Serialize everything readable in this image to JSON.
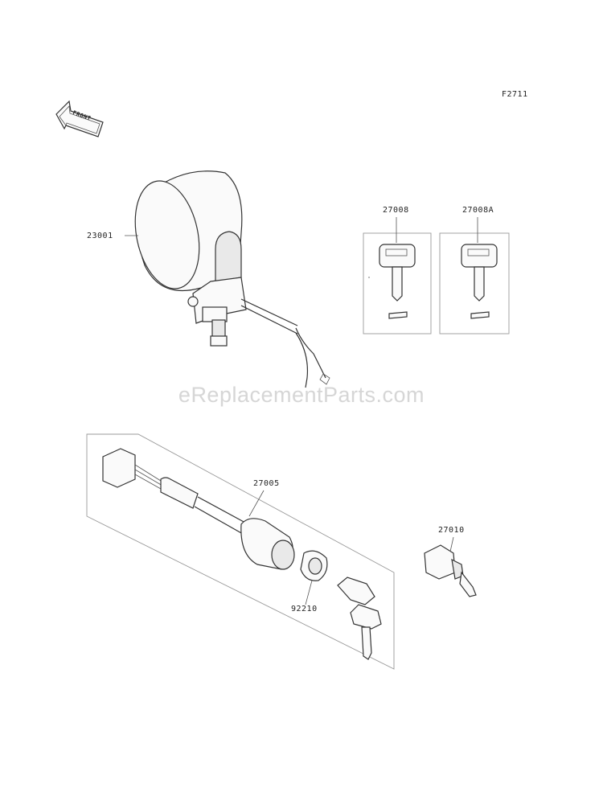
{
  "diagram_code": "F2711",
  "front_arrow_label": "FRONT",
  "watermark": "eReplacementParts.com",
  "parts": {
    "headlight": "23001",
    "key_blank_a": "27008",
    "key_blank_b": "27008A",
    "ignition_switch": "27005",
    "nut": "92210",
    "switch": "27010"
  }
}
